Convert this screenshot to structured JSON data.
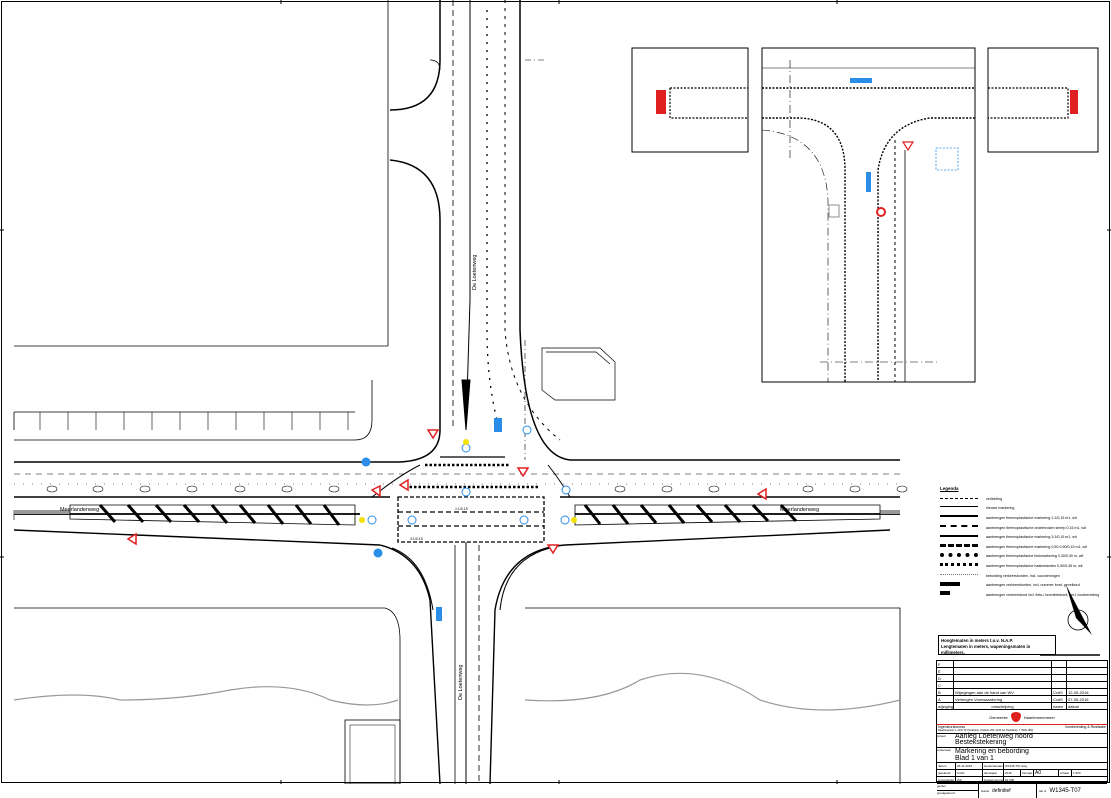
{
  "roads": {
    "horizontal_name_left": "Meerlandenweg",
    "horizontal_name_right": "Meerlandenweg",
    "vertical_name_north": "De Loetenweg",
    "vertical_name_south": "De Loetenweg"
  },
  "legend": {
    "title": "Legenda",
    "items": [
      "verlichting",
      "nieuwe markering",
      "aanbrengen thermoplastische markering 1:1/0,15 m1, wit",
      "aanbrengen thermoplastische onderbroken streep 0,15 m1, wit",
      "aanbrengen thermoplastische markering 3:1/0,15 m1, wit",
      "aanbrengen thermoplastische markering 0,50-0,50/0,15 m1, wit",
      "aanbrengen thermoplastische blokmarkering 0,30/0,30 m, wit",
      "aanbrengen thermoplastische haaientanden 0,50/0,45 m, wit",
      "bebording verkeersborden, incl. voorzieningen",
      "aanbrengen verkeersborden, incl. nummer bord, gevelbord",
      "aanbrengen verkeersbord incl. fiets-/ bromfietsbord, 1m1 voorbereiding"
    ]
  },
  "notes": {
    "line1": "Hoogtematen in meters t.o.v. N.A.P.",
    "line2": "Lengtematen in meters, wapeningsmaten in millimeters."
  },
  "revisions": [
    {
      "code": "F",
      "desc": "",
      "by": "",
      "date": ""
    },
    {
      "code": "E",
      "desc": "",
      "by": "",
      "date": ""
    },
    {
      "code": "D",
      "desc": "",
      "by": "",
      "date": ""
    },
    {
      "code": "C",
      "desc": "",
      "by": "",
      "date": ""
    },
    {
      "code": "B",
      "desc": "Wijzigingen aan de hand van WV",
      "by": "CvdS",
      "date": "12-05-2016"
    },
    {
      "code": "A",
      "desc": "Verlengen Voorwaardering",
      "by": "CvdS",
      "date": "07-05-2016"
    }
  ],
  "revision_header": {
    "code": "wijziging",
    "desc": "omschrijving",
    "by": "naam",
    "date": "datum"
  },
  "title_block": {
    "org_left": "Gemeente",
    "org_right": "Haarlemmermeer",
    "department": "Ingenieursbureau",
    "department_right": "Voorbereiding & Realisatie",
    "address": "Raadhuisplein 1, 2132 TZ Hoofddorp, Postbus 250, 2130 AG Hoofddorp, T 0900 1852",
    "project_label": "project",
    "project_line1": "Aanleg Loetenweg noord",
    "project_line2": "Bestekstekening",
    "subject_label": "onderwerp",
    "subject": "Markering en bebording",
    "sheet": "Blad 1 van 1",
    "date_label": "datum",
    "date": "26-11-2016",
    "file_label": "bestandsnaam",
    "file": "W1345-T07.dwg",
    "drawn_label": "getekend",
    "drawn": "CvdS",
    "year_label": "dienstjaar",
    "year": "2016",
    "format_label": "formaat",
    "format": "A0",
    "scale_label": "schaal",
    "scale": "1:500",
    "projectleader_label": "projectleider",
    "projectleader": "WZ",
    "budget_label": "budgetnummer",
    "budget": "81.000",
    "checked_label": "gezien",
    "approved_label": "goedgekeurd",
    "status_label": "status",
    "status": "definitief",
    "drawing_no_label": "tek.nr",
    "drawing_no": "W1345-T07"
  },
  "markings": {
    "width_label_a": "1:1/0,15",
    "width_label_b": "3:1/0,15"
  },
  "colors": {
    "line": "#000000",
    "sign_red": "#e02020",
    "sign_blue": "#2a8ee8",
    "light_yellow": "#f2e200",
    "background_shape": "#bdbdbd"
  }
}
